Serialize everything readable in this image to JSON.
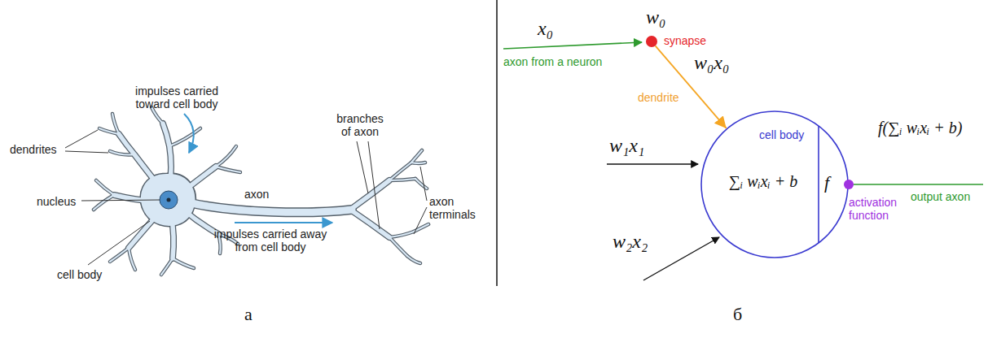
{
  "diagram": {
    "nodes": [
      {
        "text": [
          "synapse"
        ]
      },
      {
        "text": [
          "cell body",
          "∑ᵢ wᵢxᵢ + b",
          "f"
        ]
      },
      {
        "text": [
          "activation function"
        ]
      }
    ],
    "edges": [
      {
        "from": 0,
        "to": 1,
        "arrow": "to",
        "label": "dendrite"
      }
    ],
    "labels": [
      "impulses carried toward cell body",
      "dendrites",
      "nucleus",
      "cell body",
      "axon",
      "impulses carried away from cell body",
      "branches of axon",
      "axon terminals",
      "а",
      "x₀",
      "axon from a neuron",
      "w₀",
      "w₀x₀",
      "w₁x₁",
      "w₂x₂",
      "f(∑ᵢ wᵢxᵢ + b)",
      "output axon",
      "б"
    ]
  }
}
